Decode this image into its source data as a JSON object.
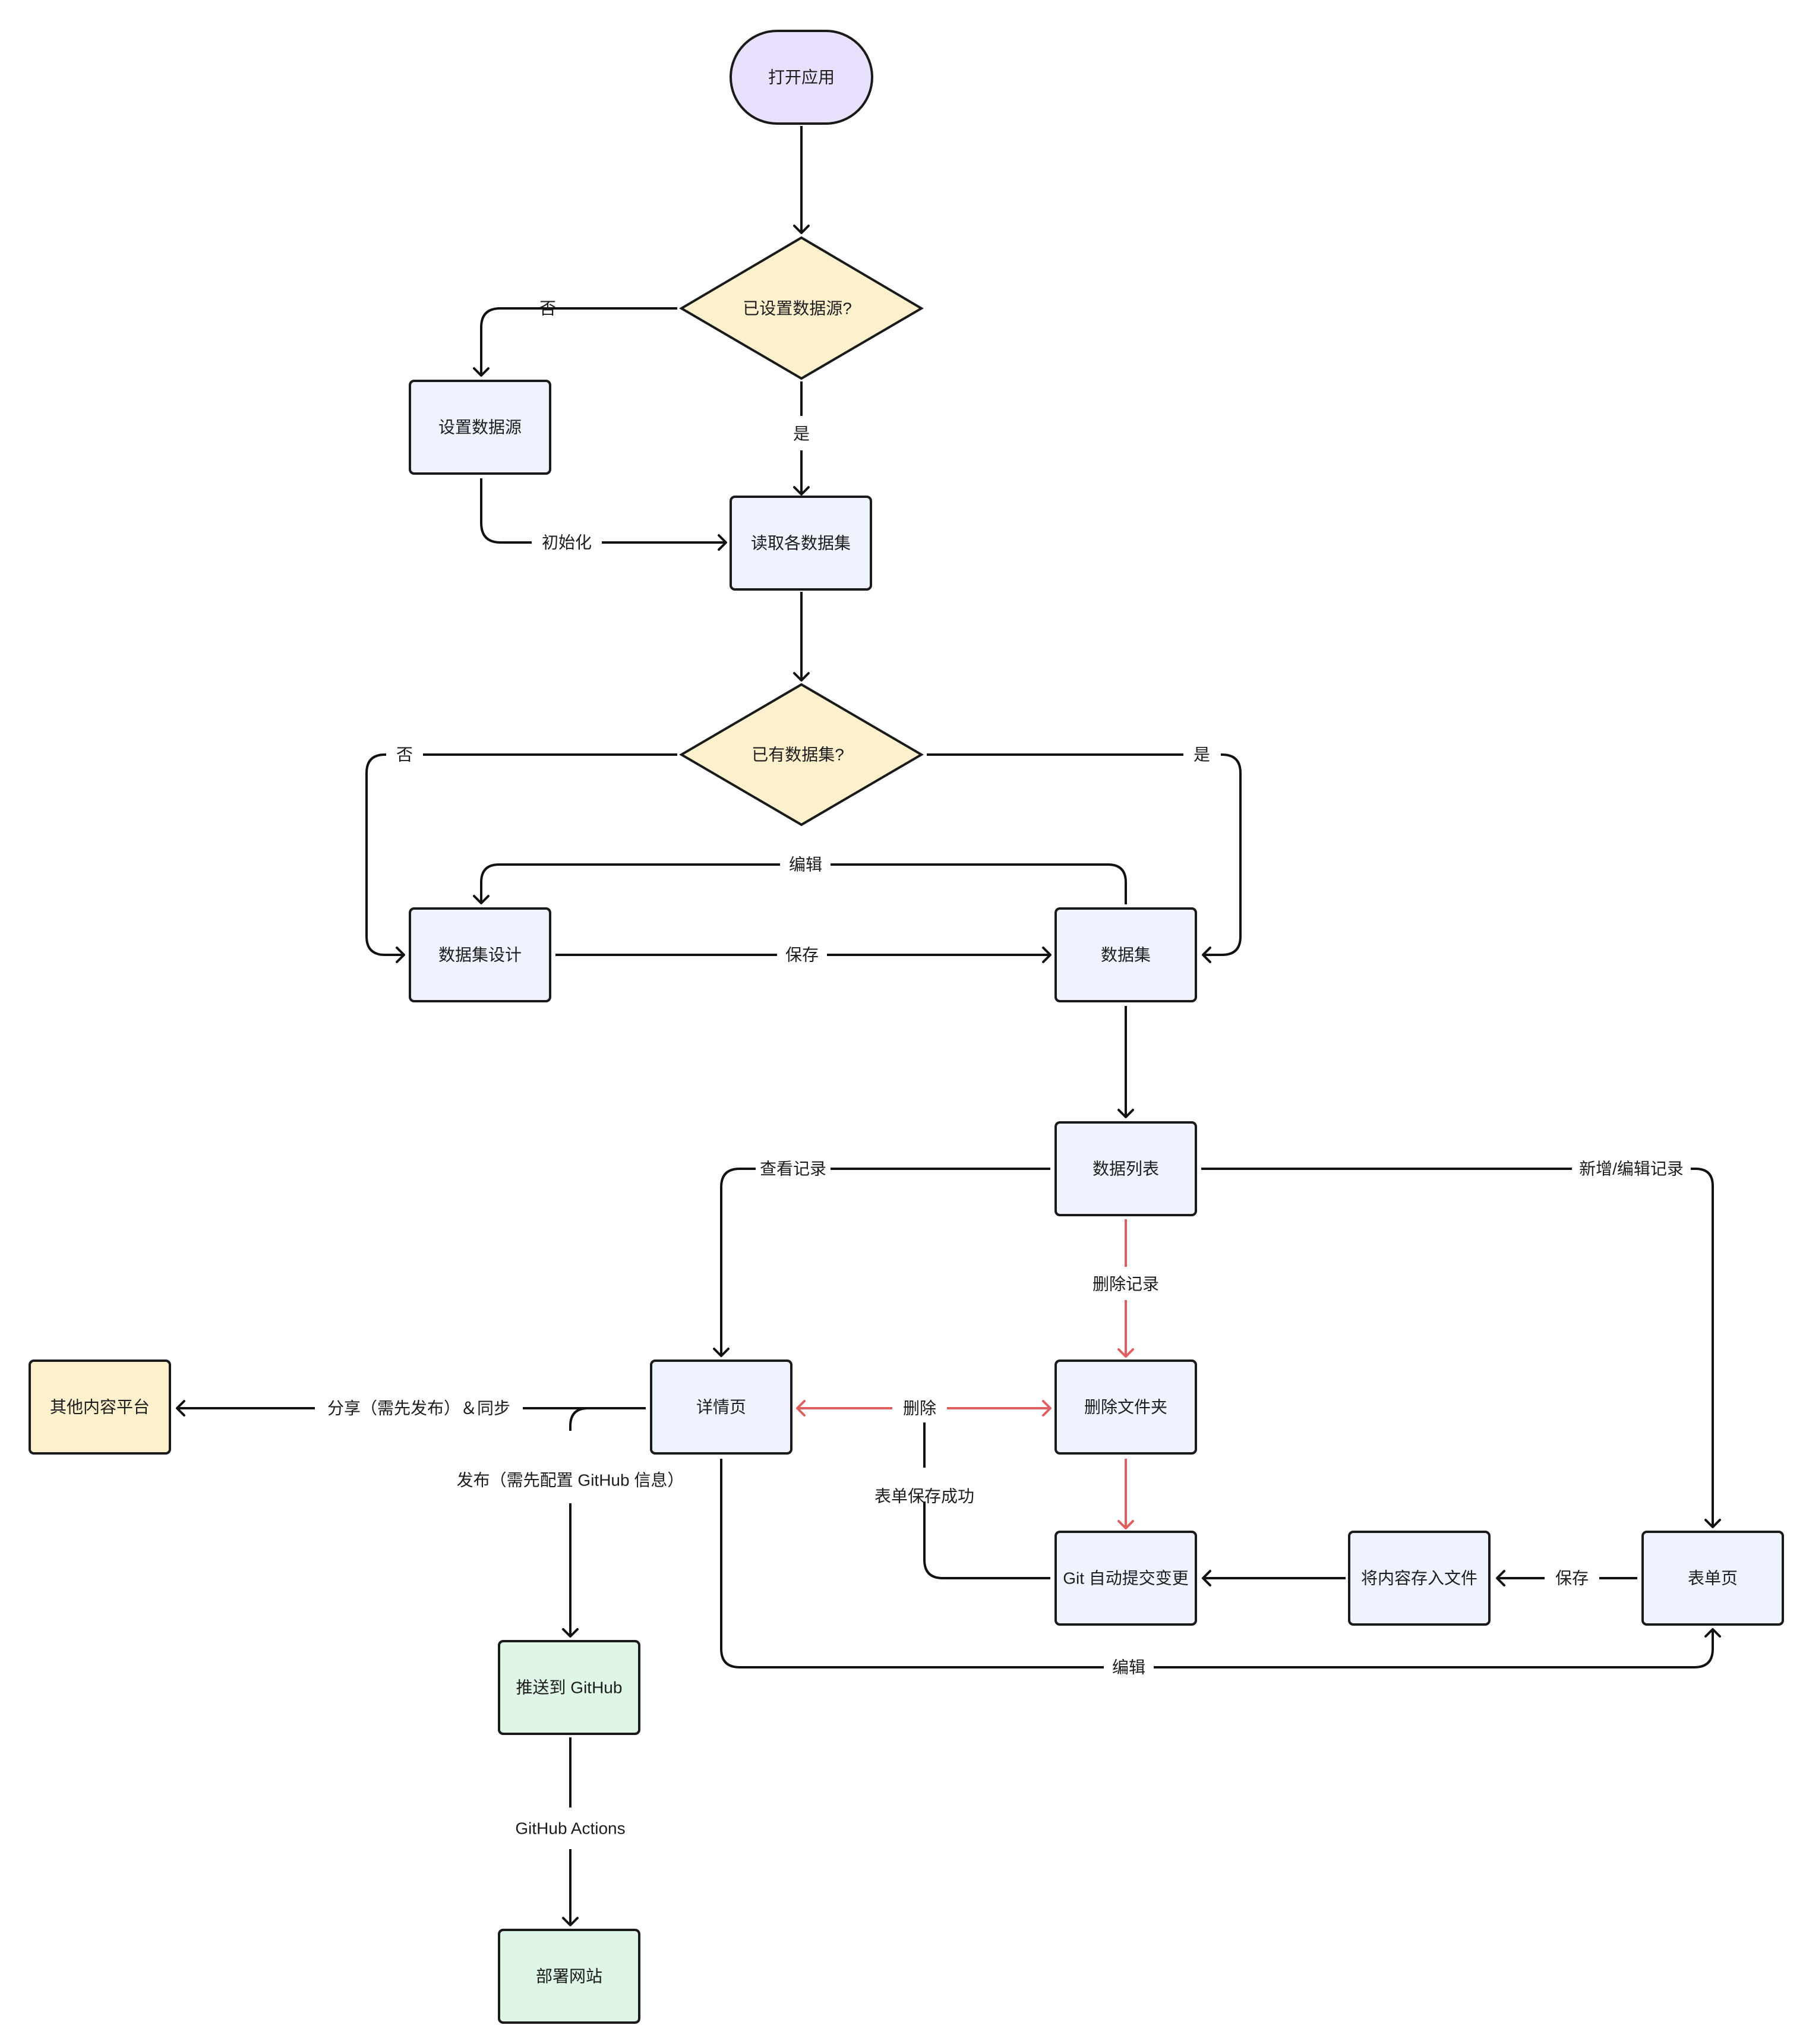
{
  "colors": {
    "start": "#e9e0fd",
    "decision": "#fdf0cd",
    "process": "#eef3fd",
    "external": "#fdf0cd",
    "deploy": "#dff5e5",
    "stroke": "#1a1a1a",
    "line": "#111111",
    "delete_line": "#e06060",
    "background": "#ffffff"
  },
  "nodes": {
    "open_app": "打开应用",
    "has_source": "已设置数据源?",
    "set_source": "设置数据源",
    "read_datasets": "读取各数据集",
    "has_dataset": "已有数据集?",
    "dataset_design": "数据集设计",
    "dataset": "数据集",
    "data_list": "数据列表",
    "detail_page": "详情页",
    "delete_folder": "删除文件夹",
    "other_platform": "其他内容平台",
    "git_commit": "Git 自动提交变更",
    "write_file": "将内容存入文件",
    "form_page": "表单页",
    "push_github": "推送到 GitHub",
    "deploy_site": "部署网站"
  },
  "edges": {
    "source_no": "否",
    "source_yes": "是",
    "init": "初始化",
    "dataset_no": "否",
    "dataset_yes": "是",
    "edit_design": "编辑",
    "save_design": "保存",
    "view_record": "查看记录",
    "add_edit_record": "新增/编辑记录",
    "delete_record": "删除记录",
    "delete": "删除",
    "form_saved": "表单保存成功",
    "share_sync": "分享（需先发布）＆同步",
    "publish": "发布（需先配置 GitHub 信息）",
    "save_form": "保存",
    "edit_form": "编辑",
    "actions": "GitHub Actions"
  }
}
